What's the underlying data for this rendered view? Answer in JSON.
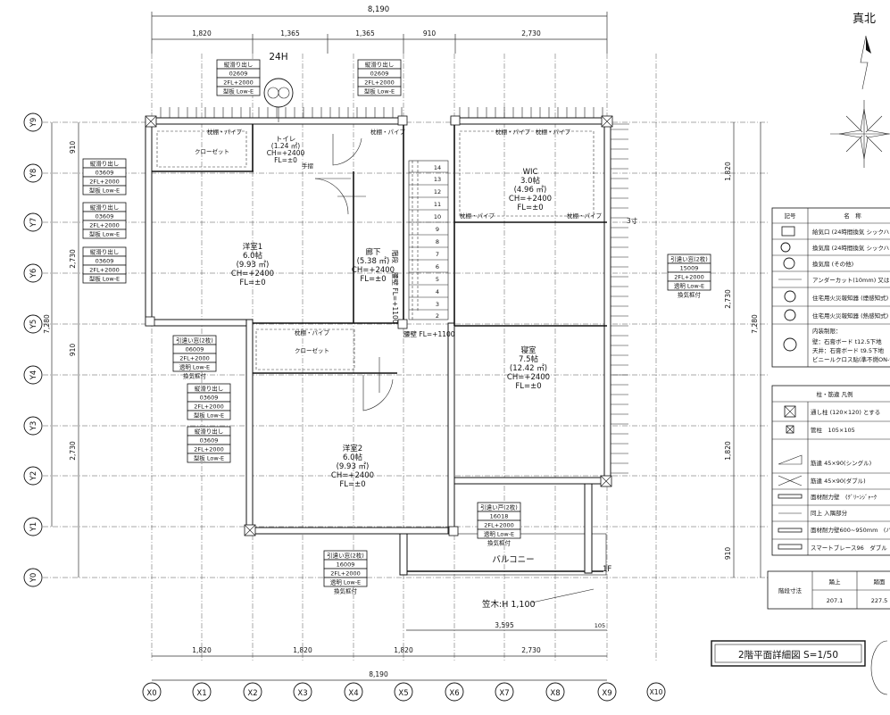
{
  "title": "2階平面詳細図 S=1/50",
  "north_label": "真北",
  "vent_label": "24H",
  "dims": {
    "top_total": "8,190",
    "top_segments": [
      "1,820",
      "1,365",
      "1,365",
      "910",
      "2,730"
    ],
    "bottom_total": "8,190",
    "bottom_segments": [
      "1,820",
      "1,820",
      "1,820",
      "2,730"
    ],
    "balcony_width": "3,595",
    "balcony_offset": "105",
    "left_total": "7,280",
    "left_segments": [
      "910",
      "2,730",
      "910",
      "2,730"
    ],
    "right_total": "7,280",
    "right_segments": [
      "1,820",
      "2,730",
      "1,820",
      "910"
    ]
  },
  "grid_x": [
    "X0",
    "X1",
    "X2",
    "X3",
    "X4",
    "X5",
    "X6",
    "X7",
    "X8",
    "X9",
    "X10"
  ],
  "grid_y": [
    "Y9",
    "Y8",
    "Y7",
    "Y6",
    "Y5",
    "Y4",
    "Y3",
    "Y2",
    "Y1",
    "Y0"
  ],
  "rooms": {
    "toilet": [
      "トイレ",
      "(1.24 ㎡)",
      "CH=+2400",
      "FL=±0"
    ],
    "yoshitsu1": [
      "洋室1",
      "6.0帖",
      "(9.93 ㎡)",
      "CH=+2400",
      "FL=±0"
    ],
    "hall": [
      "廊下",
      "(5.38 ㎡)",
      "CH=+2400",
      "FL=±0"
    ],
    "wic": [
      "WIC",
      "3.0帖",
      "(4.96 ㎡)",
      "CH=+2400",
      "FL=±0"
    ],
    "shinshitsu": [
      "寝室",
      "7.5帖",
      "(12.42 ㎡)",
      "CH=+2400",
      "FL=±0"
    ],
    "yoshitsu2": [
      "洋室2",
      "6.0帖",
      "(9.93 ㎡)",
      "CH=+2400",
      "FL=±0"
    ],
    "balcony": "バルコニー",
    "closet": "クローゼット",
    "closet2": "クローゼット",
    "pipe1": "枕棚・パイプ",
    "pipe2": "枕棚・パイプ",
    "pipe3": "枕棚・パイプ",
    "pipe4": "枕棚・パイプ",
    "pipe5": "枕棚・パイプ",
    "pipe6": "枕棚・パイプ",
    "pipe7": "枕棚・パイプ",
    "hanpuku": "手摺",
    "fukikomi": "3寸",
    "kabe_fl": "腰壁 FL=+1100",
    "kabe_fl2": "腰壁 FL=+1100",
    "stairs_note": "階段",
    "kasagi": "笠木:H 1,100",
    "fl": "1F"
  },
  "stairs": [
    "14",
    "13",
    "12",
    "11",
    "10",
    "9",
    "8",
    "7",
    "6",
    "5",
    "4",
    "3",
    "2"
  ],
  "windows": [
    {
      "id": "w1",
      "lines": [
        "縦滑り出し",
        "02609",
        "2FL+2000",
        "型板 Low-E"
      ]
    },
    {
      "id": "w2",
      "lines": [
        "縦滑り出し",
        "02609",
        "2FL+2000",
        "型板 Low-E"
      ]
    },
    {
      "id": "w3",
      "lines": [
        "縦滑り出し",
        "03609",
        "2FL+2000",
        "型板 Low-E"
      ]
    },
    {
      "id": "w4",
      "lines": [
        "縦滑り出し",
        "03609",
        "2FL+2000",
        "型板 Low-E"
      ]
    },
    {
      "id": "w5",
      "lines": [
        "縦滑り出し",
        "03609",
        "2FL+2000",
        "型板 Low-E"
      ]
    },
    {
      "id": "w6",
      "lines": [
        "引違い窓(2枚)",
        "06009",
        "2FL+2000",
        "透明 Low-E",
        "換気框付"
      ]
    },
    {
      "id": "w7",
      "lines": [
        "縦滑り出し",
        "03609",
        "2FL+2000",
        "型板 Low-E"
      ]
    },
    {
      "id": "w8",
      "lines": [
        "縦滑り出し",
        "03609",
        "2FL+2000",
        "型板 Low-E"
      ]
    },
    {
      "id": "w9",
      "lines": [
        "引違い窓(2枚)",
        "15009",
        "2FL+2000",
        "透明 Low-E",
        "換気框付"
      ]
    },
    {
      "id": "w10",
      "lines": [
        "引違い窓(2枚)",
        "16009",
        "2FL+2000",
        "透明 Low-E",
        "換気框付"
      ]
    },
    {
      "id": "w11",
      "lines": [
        "引違い戸(2枚)",
        "16018",
        "2FL+2000",
        "透明 Low-E",
        "換気框付"
      ]
    }
  ],
  "legend1": {
    "head": [
      "記号",
      "名　称"
    ],
    "rows": [
      "給気口 (24時間換気 シックハ",
      "換気扇 (24時間換気 シックハ",
      "換気扇 (その他)",
      "アンダーカット(10mm) 又は",
      "住宅用火災報知器 (煙感知式)",
      "住宅用火災報知器 (熱感知式)"
    ],
    "interior_title": "内装制限：",
    "interior": [
      "壁：石膏ボード t12.5下地",
      "天井：石膏ボード t9.5下地",
      "ビニールクロス貼(準不燃ON-99"
    ]
  },
  "legend2": {
    "title": "柱・筋違 凡例",
    "rows": [
      "通し柱 (120×120) とする",
      "管柱　105×105",
      "筋違 45×90(シングル)",
      "筋違 45×90(ダブル)",
      "面材耐力壁　(ｸﾞﾘｰﾝｼﾞｬｰｸ",
      "同上 入隅部分",
      "面材耐力壁600~950mm　(ハイベス",
      "スマートブレース96　ダブル"
    ]
  },
  "legend3": {
    "label": "階段寸法",
    "cols": [
      "踊上",
      "踏面"
    ],
    "vals": [
      "207.1",
      "227.5"
    ]
  }
}
